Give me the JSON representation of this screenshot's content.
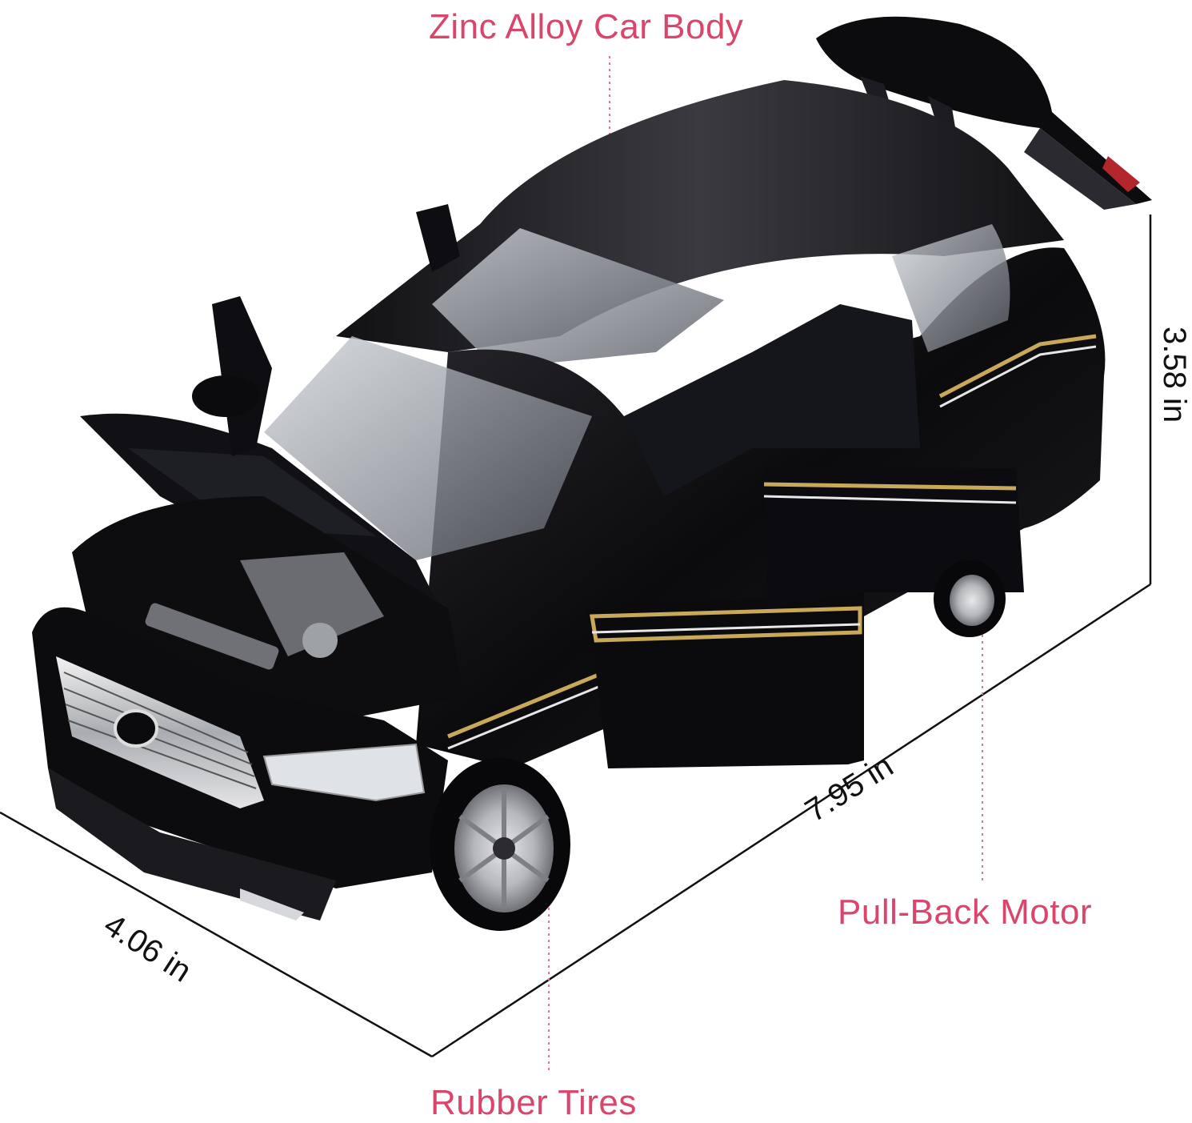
{
  "callouts": {
    "body": "Zinc Alloy Car Body",
    "motor": "Pull-Back Motor",
    "tires": "Rubber Tires"
  },
  "dimensions": {
    "width": "7.95 in",
    "depth": "4.06 in",
    "height": "3.58 in"
  },
  "colors": {
    "callout_text": "#d9456b",
    "leader_line": "#e07a93",
    "dimension_line": "#111111",
    "car_body": "#0b0b0d",
    "stripe_gold": "#c9a85a"
  }
}
